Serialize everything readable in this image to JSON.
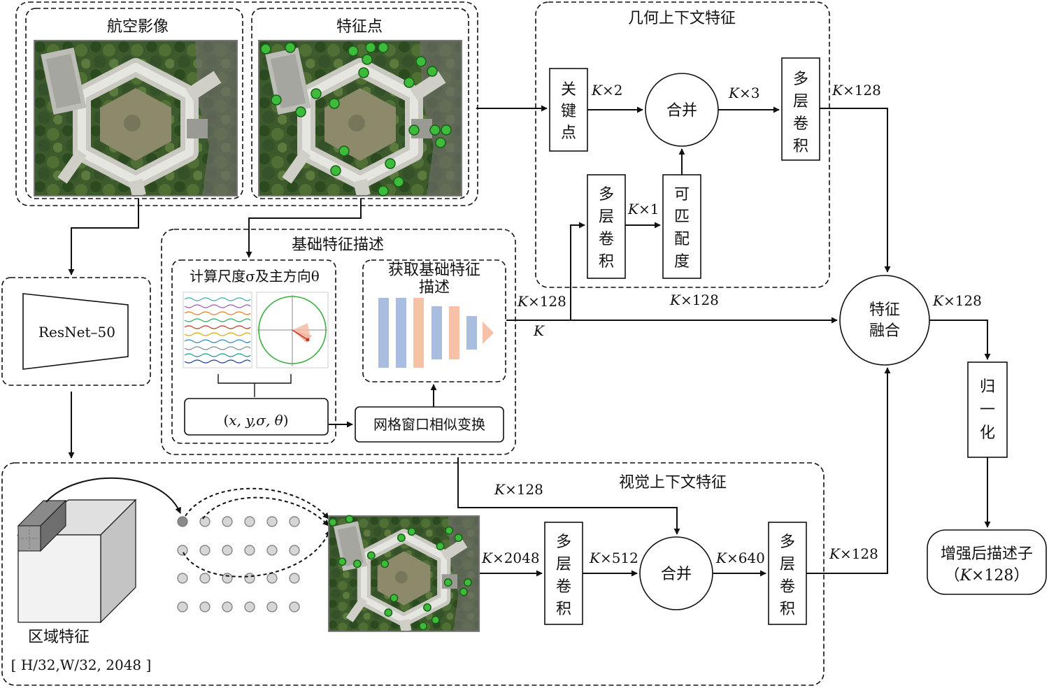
{
  "top": {
    "aerial_title": "航空影像",
    "keypoints_title": "特征点"
  },
  "geometric": {
    "title": "几何上下文特征",
    "keypoint_box": [
      "关",
      "键",
      "点"
    ],
    "mlp_top": [
      "多",
      "层",
      "卷",
      "积"
    ],
    "mlp_mid": [
      "多",
      "层",
      "卷",
      "积"
    ],
    "matchability": [
      "可",
      "匹",
      "配",
      "度"
    ],
    "merge": "合并",
    "dim_k2": "×2",
    "dim_k3": "×3",
    "dim_k1": "×1",
    "dim_k128_out": "×128"
  },
  "base": {
    "title": "基础特征描述",
    "compute_title": "计算尺度σ及主方向θ",
    "extract_title_1": "获取基础特征",
    "extract_title_2": "描述",
    "tuple_x": "x, y,σ, θ",
    "grid_transform": "网格窗口相似变换",
    "dim_k128_left": "×128",
    "dim_k128_mid": "×128",
    "dim_k": "K"
  },
  "backbone": {
    "name": "ResNet–50"
  },
  "visual": {
    "title": "视觉上下文特征",
    "region_label": "区域特征",
    "region_shape": "[ H/32,W/32, 2048 ]",
    "mlp_a": [
      "多",
      "层",
      "卷",
      "积"
    ],
    "mlp_b": [
      "多",
      "层",
      "卷",
      "积"
    ],
    "merge": "合并",
    "dim_k2048": "×2048",
    "dim_k512": "×512",
    "dim_k640": "×640",
    "dim_k128_in": "×128",
    "dim_k128_out": "×128"
  },
  "fusion": {
    "label_1": "特征",
    "label_2": "融合",
    "dim_out": "×128",
    "normalize": [
      "归",
      "一",
      "化"
    ],
    "result_1": "增强后描述子",
    "result_2_pre": "（",
    "result_2_mid": "×128",
    "result_2_post": "）"
  },
  "k_symbol": "K"
}
